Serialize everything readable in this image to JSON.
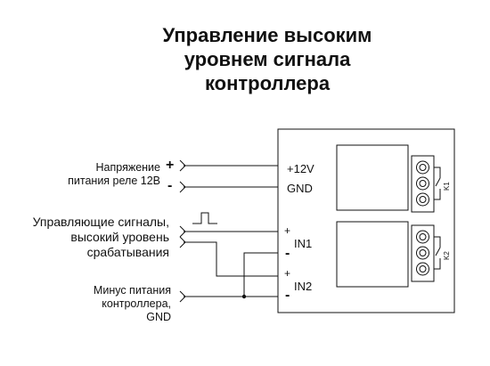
{
  "title": {
    "line1": "Управление высоким",
    "line2": "уровнем сигнала",
    "line3": "контроллера"
  },
  "left_labels": {
    "power": [
      "Напряжение",
      "питания реле 12В"
    ],
    "signals": [
      "Управляющие сигналы,",
      "высокий уровень",
      "срабатывания"
    ],
    "minus": [
      "Минус питания",
      "контроллера,",
      "GND"
    ]
  },
  "polarity": {
    "plus": "+",
    "minus": "-"
  },
  "module": {
    "plus12v": "+12V",
    "gnd": "GND",
    "in1": "IN1",
    "in2": "IN2",
    "plus": "+",
    "minus": "-",
    "relay1": "K1",
    "relay2": "K2"
  }
}
